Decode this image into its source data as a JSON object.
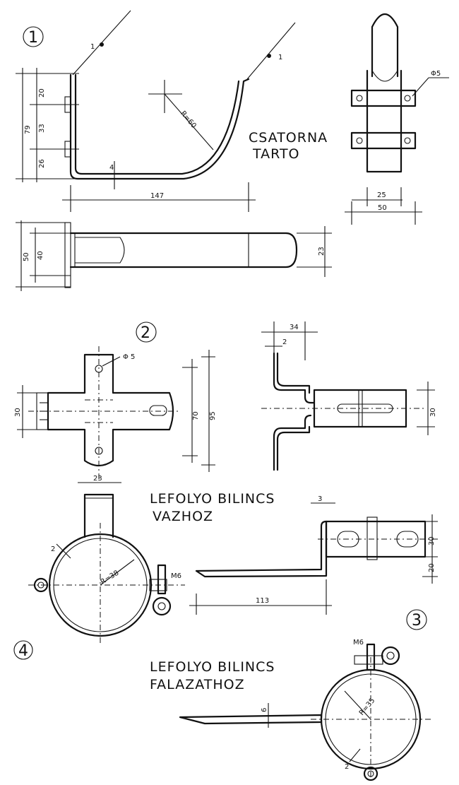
{
  "figure_numbers": [
    "1",
    "2",
    "3",
    "4"
  ],
  "titles": {
    "csatorna_line1": "CSATORNA",
    "csatorna_line2": "TARTO",
    "vaz_line1": "LEFOLYO BILINCS",
    "vaz_line2": "VAZHOZ",
    "fal_line1": "LEFOLYO BILINCS",
    "fal_line2": "FALAZATHOZ"
  },
  "part1": {
    "pointer": "1",
    "radius": "R=60",
    "dims_left": [
      "20",
      "33",
      "26",
      "79"
    ],
    "thickness": "4",
    "length": "147",
    "bottom_left": [
      "50",
      "40"
    ],
    "tip": "23",
    "hole": "Φ5",
    "width_a": "25",
    "width_b": "50"
  },
  "part2": {
    "hole": "Φ 5",
    "band": "30",
    "span_a": "70",
    "span_b": "95",
    "top_a": "34",
    "top_b": "2",
    "side": "30"
  },
  "part4": {
    "neck": "23",
    "thick": "2",
    "radius": "R=38",
    "bolt": "M6",
    "top": "3",
    "height_a": "30",
    "height_b": "20",
    "length": "113"
  },
  "part3": {
    "bolt": "M6",
    "radius": "R=35",
    "shaft": "6",
    "thick": "2"
  }
}
